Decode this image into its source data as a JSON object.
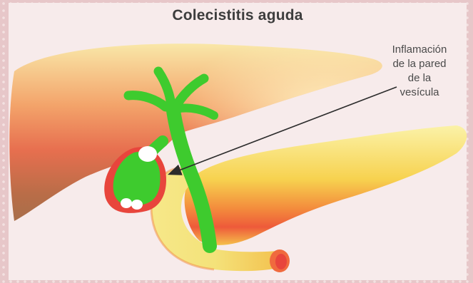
{
  "figure": {
    "title": "Colecistitis aguda",
    "annotation_lines": [
      "Inflamación",
      "de la pared",
      "de la",
      "vesícula"
    ]
  },
  "colors": {
    "background": "#f7ebeb",
    "border_pattern": "#e7c7c9",
    "inflammation_red": "#e8453c",
    "tissue_orange": "#f09a5a",
    "tissue_yellow": "#f6e27a",
    "bile_green": "#3ecb2e",
    "gallstone_white": "#ffffff"
  },
  "labelled_parts": {
    "organs": [
      "liver",
      "gallbladder",
      "bile-duct",
      "duodenum",
      "pancreas"
    ],
    "gallstones": 3
  }
}
